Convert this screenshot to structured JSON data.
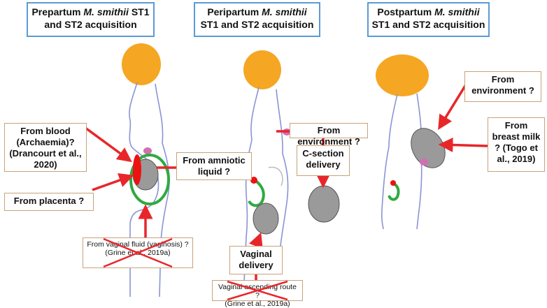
{
  "titles": {
    "prepartum": {
      "pre": "Prepartum ",
      "italic": "M. smithii",
      "post": " ST1 and ST2 acquisition"
    },
    "peripartum": {
      "pre": "Peripartum ",
      "italic": "M. smithii",
      "post": " ST1 and ST2 acquisition"
    },
    "postpartum": {
      "pre": "Postpartum ",
      "italic": "M. smithii",
      "post": " ST1 and ST2 acquisition"
    }
  },
  "prepartum": {
    "blood": "From blood (Archaemia)? (Drancourt et al., 2020)",
    "placenta": "From placenta ?",
    "amniotic": "From amniotic liquid ?",
    "vaginal_fluid": "From vaginal fluid (vaginosis) ?",
    "vaginal_fluid_ref": "(Grine et al., 2019a)"
  },
  "peripartum": {
    "environment": "From environment ?",
    "csection": "C-section delivery",
    "vaginal_delivery": "Vaginal delivery",
    "ascending": "Vaginal ascending route ?",
    "ascending_ref": "(Grine et al., 2019a)"
  },
  "postpartum": {
    "environment": "From environment ?",
    "breast_milk": "From breast milk ? (Togo et al., 2019)"
  },
  "colors": {
    "arrow": "#e8262a",
    "title_border": "#5b9bd5",
    "note_border": "#c9a27a",
    "hair": "#f5a623",
    "body_line": "#8b93d6",
    "uterus": "#2faa3f",
    "fetus": "#9a9a9a"
  }
}
